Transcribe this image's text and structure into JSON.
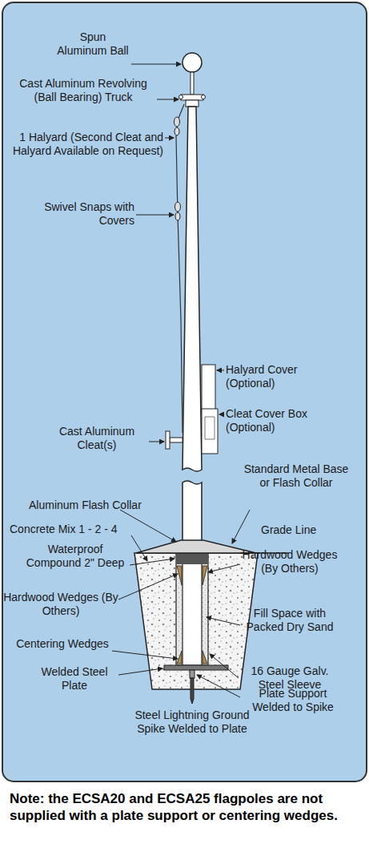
{
  "diagram": {
    "caption": "Note: the ECSA20 and ECSA25 flagpoles are not supplied with a plate support or centering wedges.",
    "nodes": [],
    "edges": [],
    "labels": [
      "Spun Aluminum Ball",
      "Cast Aluminum Revolving (Ball Bearing) Truck",
      "1 Halyard (Second Cleat and Halyard Available on Request)",
      "Swivel Snaps with Covers",
      "Halyard Cover (Optional)",
      "Cleat Cover Box (Optional)",
      "Cast Aluminum Cleat(s)",
      "Standard Metal Base or Flash Collar",
      "Aluminum Flash Collar",
      "Concrete Mix 1 - 2 - 4",
      "Grade Line",
      "Waterproof Compound 2\" Deep",
      "Hardwood Wedges (By Others)",
      "Hardwood Wedges (By Others)",
      "Fill Space with Packed Dry Sand",
      "Centering Wedges",
      "16 Gauge Galv. Steel Sleeve",
      "Welded Steel Plate",
      "Plate Support Welded to Spike",
      "Steel Lightning Ground Spike Welded to Plate"
    ]
  }
}
